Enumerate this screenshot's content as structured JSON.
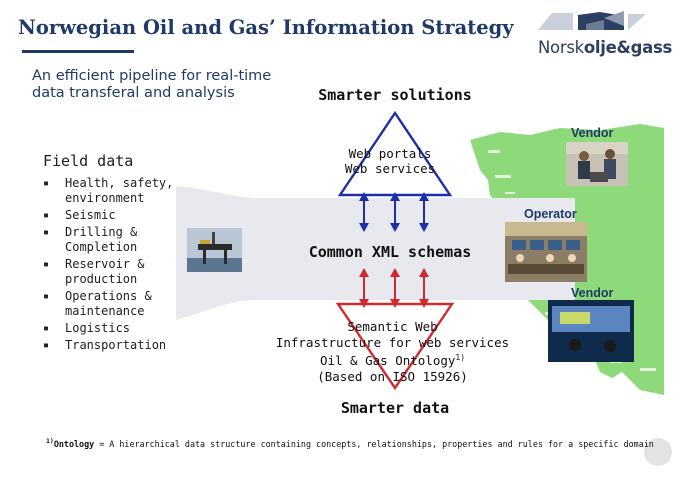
{
  "header": {
    "title": "Norwegian Oil and Gas’ Information Strategy",
    "logo_prefix": "Norsk",
    "logo_bold": "olje&gass"
  },
  "left": {
    "tagline": "An efficient pipeline for real-time data transferal and analysis",
    "field_title": "Field data",
    "field_items": [
      "Health, safety, environment",
      "Seismic",
      "Drilling & Completion",
      "Reservoir & production",
      "Operations & maintenance",
      "Logistics",
      "Transportation"
    ]
  },
  "center": {
    "smarter_solutions": "Smarter solutions",
    "web_portals": "Web portals",
    "web_services": "Web services",
    "common_xml": "Common XML schemas",
    "semantic_web": "Semantic Web",
    "infrastructure": "Infrastructure for web services",
    "ontology": "Oil & Gas Ontology",
    "ontology_sup": "1)",
    "iso": "(Based on ISO 15926)",
    "smarter_data": "Smarter data"
  },
  "right": {
    "vendor_top": "Vendor",
    "operator": "Operator",
    "vendor_bottom": "Vendor"
  },
  "footnote": {
    "marker": "1)",
    "term": "Ontology",
    "text": " = A hierarchical data structure containing concepts, relationships, properties and rules for a specific domain"
  },
  "colors": {
    "title": "#1f3a68",
    "pipe": "#e7e9ee",
    "triangle_top": "#1f2ea8",
    "triangle_bottom": "#d1282c",
    "map_green": "#8ed97a",
    "role_label": "#1f3a68"
  }
}
